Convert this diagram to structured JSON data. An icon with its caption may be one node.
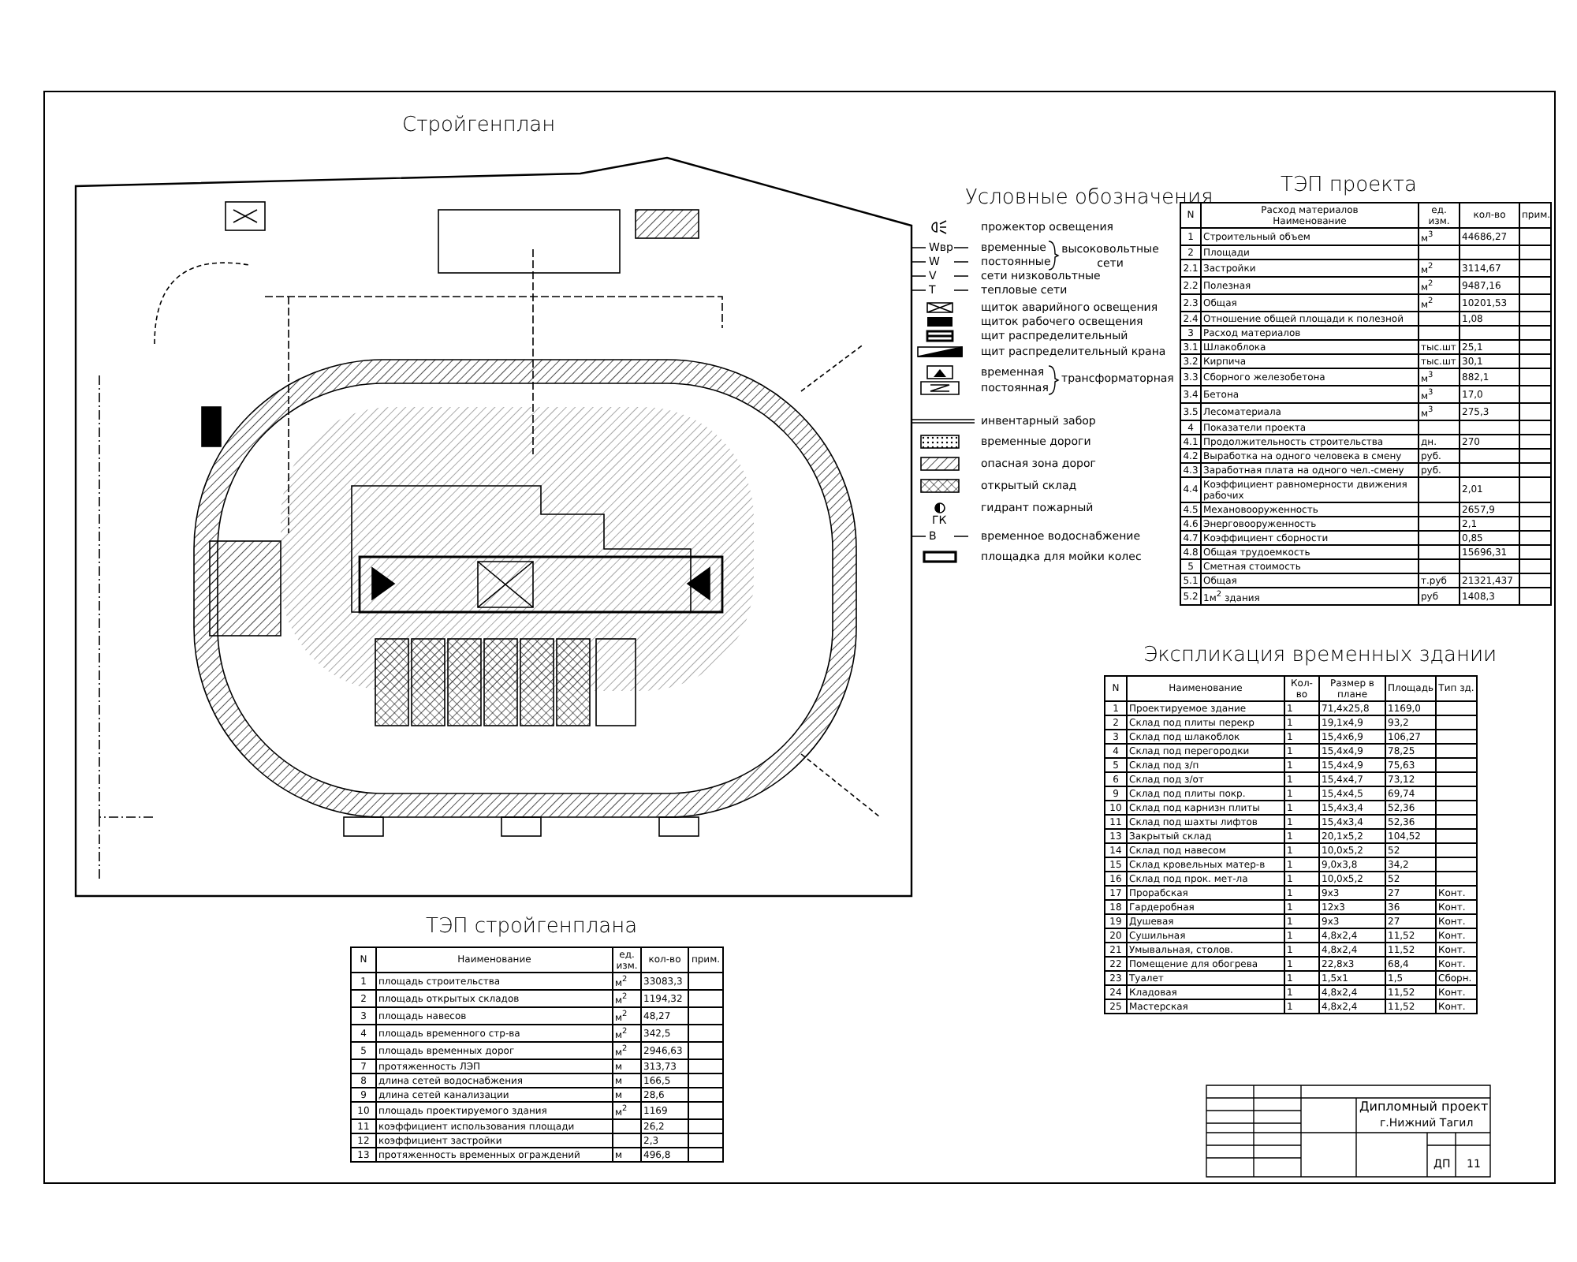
{
  "diagram": {
    "title": "Стройгенплан",
    "labels": [
      "Условные обозначения",
      "Wвр",
      "W",
      "V",
      "T",
      "высоковольтные сети",
      "трансформаторная",
      "ГК",
      "В",
      "ТЭП проекта",
      "N",
      "Расход материалов",
      "Наименование",
      "ед. изм.",
      "кол-во",
      "прим.",
      "1",
      "Строительный объем",
      "м$^{3}$",
      "44686,27",
      "2",
      "Площади",
      "2.1",
      "Застройки",
      "м$^{2}$",
      "3114,67",
      "2.2",
      "Полезная",
      "м$^{2}$",
      "9487,16",
      "2.3",
      "Общая",
      "м$^{2}$",
      "10201,53",
      "2.4",
      "Отношение общей площади к полезной",
      "1,08",
      "3",
      "Расход материалов",
      "3.1",
      "Шлакоблока",
      "тыс.шт",
      "25,1",
      "3.2",
      "Кирпича",
      "тыс.шт",
      "30,1",
      "3.3",
      "Сборного железобетона",
      "м$^{3}$",
      "882,1",
      "3.4",
      "Бетона",
      "м$^{3}$",
      "17,0",
      "3.5",
      "Лесоматериала",
      "м$^{3}$",
      "275,3",
      "4",
      "Показатели проекта",
      "4.1",
      "Продолжительность строительства",
      "дн.",
      "270",
      "4.2",
      "Выработка на одного человека в смену",
      "руб.",
      "4.3",
      "Заработная плата на одного чел.-смену",
      "руб.",
      "4.4",
      "Коэффициент равномерности движения рабочих",
      "2,01",
      "4.5",
      "Механовооруженность",
      "2657,9",
      "4.6",
      "Энерговооруженность",
      "2,1",
      "4.7",
      "Коэффициент сборности",
      "0,85",
      "4.8",
      "Общая трудоемкость",
      "15696,31",
      "5",
      "Сметная стоимость",
      "5.1",
      "Общая",
      "т.руб",
      "21321,437",
      "5.2",
      "1м$^{2}$ здания",
      "руб",
      "1408,3",
      "Экспликация временных здании",
      "N",
      "Наименование",
      "Кол-во",
      "Размер в плане",
      "Площадь",
      "Тип зд.",
      "1",
      "Проектируемое здание",
      "1",
      "71,4х25,8",
      "1169,0",
      "2",
      "Склад под плиты перекр",
      "1",
      "19,1х4,9",
      "93,2",
      "3",
      "Склад под шлакоблок",
      "1",
      "15,4х6,9",
      "106,27",
      "4",
      "Склад под перегородки",
      "1",
      "15,4х4,9",
      "78,25",
      "5",
      "Склад под з/п",
      "1",
      "15,4х4,9",
      "75,63",
      "6",
      "Склад под з/от",
      "1",
      "15,4х4,7",
      "73,12",
      "9",
      "Склад под плиты покр.",
      "1",
      "15,4х4,5",
      "69,74",
      "10",
      "Склад под карнизн плиты",
      "1",
      "15,4х3,4",
      "52,36",
      "11",
      "Склад под шахты лифтов",
      "1",
      "15,4х3,4",
      "52,36",
      "13",
      "Закрытый склад",
      "1",
      "20,1х5,2",
      "104,52",
      "14",
      "Склад под навесом",
      "1",
      "10,0х5,2",
      "52",
      "15",
      "Склад кровельных матер-в",
      "1",
      "9,0х3,8",
      "34,2",
      "16",
      "Склад под прок. мет-ла",
      "1",
      "10,0х5,2",
      "52",
      "17",
      "Прорабская",
      "1",
      "9х3",
      "27",
      "Конт.",
      "18",
      "Гардеробная",
      "1",
      "12х3",
      "36",
      "Конт.",
      "19",
      "Душевая",
      "1",
      "9х3",
      "27",
      "Конт.",
      "20",
      "Сушильная",
      "1",
      "4,8х2,4",
      "11,52",
      "Конт.",
      "21",
      "Умывальная, столов.",
      "1",
      "4,8х2,4",
      "11,52",
      "Конт.",
      "22",
      "Помещение для обогрева",
      "1",
      "22,8х3",
      "68,4",
      "Конт.",
      "23",
      "Туалет",
      "1",
      "1,5х1",
      "1,5",
      "Сборн.",
      "24",
      "Кладовая",
      "1",
      "4,8х2,4",
      "11,52",
      "Конт.",
      "25",
      "Мастерская",
      "1",
      "4,8х2,4",
      "11,52",
      "Конт.",
      "ТЭП стройгенплана",
      "N",
      "Наименование",
      "ед. изм.",
      "кол-во",
      "прим.",
      "1",
      "площадь строительства",
      "м$^{2}$",
      "33083,3",
      "2",
      "площадь открытых складов",
      "м$^{2}$",
      "1194,32",
      "3",
      "площадь навесов",
      "м$^{2}$",
      "48,27",
      "4",
      "площадь временного стр-ва",
      "м$^{2}$",
      "342,5",
      "5",
      "площадь временных дорог",
      "м$^{2}$",
      "2946,63",
      "7",
      "протяженность ЛЭП",
      "м",
      "313,73",
      "8",
      "длина сетей водоснабжения",
      "м",
      "166,5",
      "9",
      "длина сетей канализации",
      "м",
      "28,6",
      "10",
      "площадь проектируемого здания",
      "м$^{2}$",
      "1169",
      "11",
      "коэффициент использования площади",
      "26,2",
      "12",
      "коэффициент застройки",
      "2,3",
      "13",
      "протяженность временных ограждений",
      "м",
      "496,8",
      "Дипломный проект",
      "г.Нижний Тагил",
      "ДП",
      "11"
    ],
    "legend": [
      {
        "text": "прожектор освещения"
      },
      {
        "text": "временные"
      },
      {
        "text": "постоянные"
      },
      {
        "text": "сети низковольтные"
      },
      {
        "text": "тепловые сети"
      },
      {
        "text": "щиток аварийного освещения"
      },
      {
        "text": "щиток рабочего освещения"
      },
      {
        "text": "щит распределительный"
      },
      {
        "text": "щит распределительный крана"
      },
      {
        "text": "временная"
      },
      {
        "text": "постоянная"
      },
      {
        "text": "инвентарный забор"
      },
      {
        "text": "временные дороги"
      },
      {
        "text": "опасная зона дорог"
      },
      {
        "text": "открытый склад"
      },
      {
        "text": "гидрант пожарный"
      },
      {
        "text": "временное водоснабжение"
      },
      {
        "text": "площадка для мойки колес"
      }
    ]
  }
}
